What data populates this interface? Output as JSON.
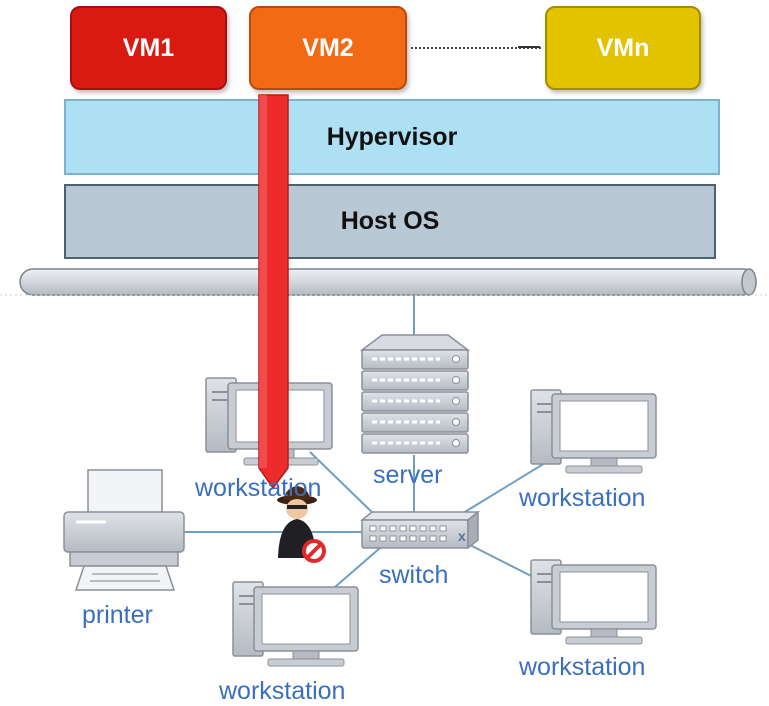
{
  "vms": [
    {
      "label": "VM1",
      "color": "#d91a12"
    },
    {
      "label": "VM2",
      "color": "#f26b14"
    },
    {
      "label": "VMn",
      "color": "#e3c300"
    }
  ],
  "layers": {
    "hypervisor": {
      "label": "Hypervisor",
      "color": "#ade0f2"
    },
    "host_os": {
      "label": "Host OS",
      "color": "#b8c8d4"
    }
  },
  "network": {
    "server_label": "server",
    "switch_label": "switch",
    "printer_label": "printer",
    "workstation_labels": [
      "workstation",
      "workstation",
      "workstation",
      "workstation"
    ]
  },
  "colors": {
    "label_text": "#3a6fc0",
    "device_fill": "#c9ccd2",
    "device_stroke": "#8a8f98",
    "screen_fill": "#ffffff",
    "link_color": "#6f9ec5",
    "attack_arrow": "#ee2b2b",
    "bus_fill": "#d4d8de"
  },
  "icons": {
    "attacker": "hacker-icon",
    "blocked": "prohibited-icon"
  }
}
